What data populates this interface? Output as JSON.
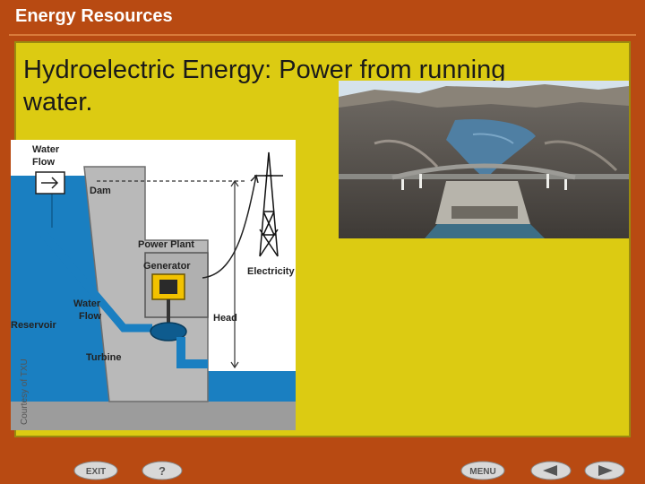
{
  "header": {
    "title": "Energy Resources"
  },
  "slide": {
    "heading_line1": "Hydroelectric Energy:  Power from running",
    "heading_line2": "water."
  },
  "diagram": {
    "labels": {
      "water_flow_top": [
        "Water",
        "Flow"
      ],
      "dam": "Dam",
      "power_plant": "Power Plant",
      "generator": "Generator",
      "electricity": "Electricity",
      "water_flow_mid": [
        "Water",
        "Flow"
      ],
      "reservoir": "Reservoir",
      "head": "Head",
      "turbine": "Turbine",
      "courtesy": "Courtesy of TXU"
    }
  },
  "nav": {
    "exit_label": "EXIT",
    "help_label": "?",
    "menu_label": "MENU",
    "prev_icon": "arrow-left-icon",
    "next_icon": "arrow-right-icon"
  },
  "colors": {
    "frame": "#b84a12",
    "panel": "#dccb12",
    "water": "#1a7fc1",
    "generator": "#f2c200"
  }
}
